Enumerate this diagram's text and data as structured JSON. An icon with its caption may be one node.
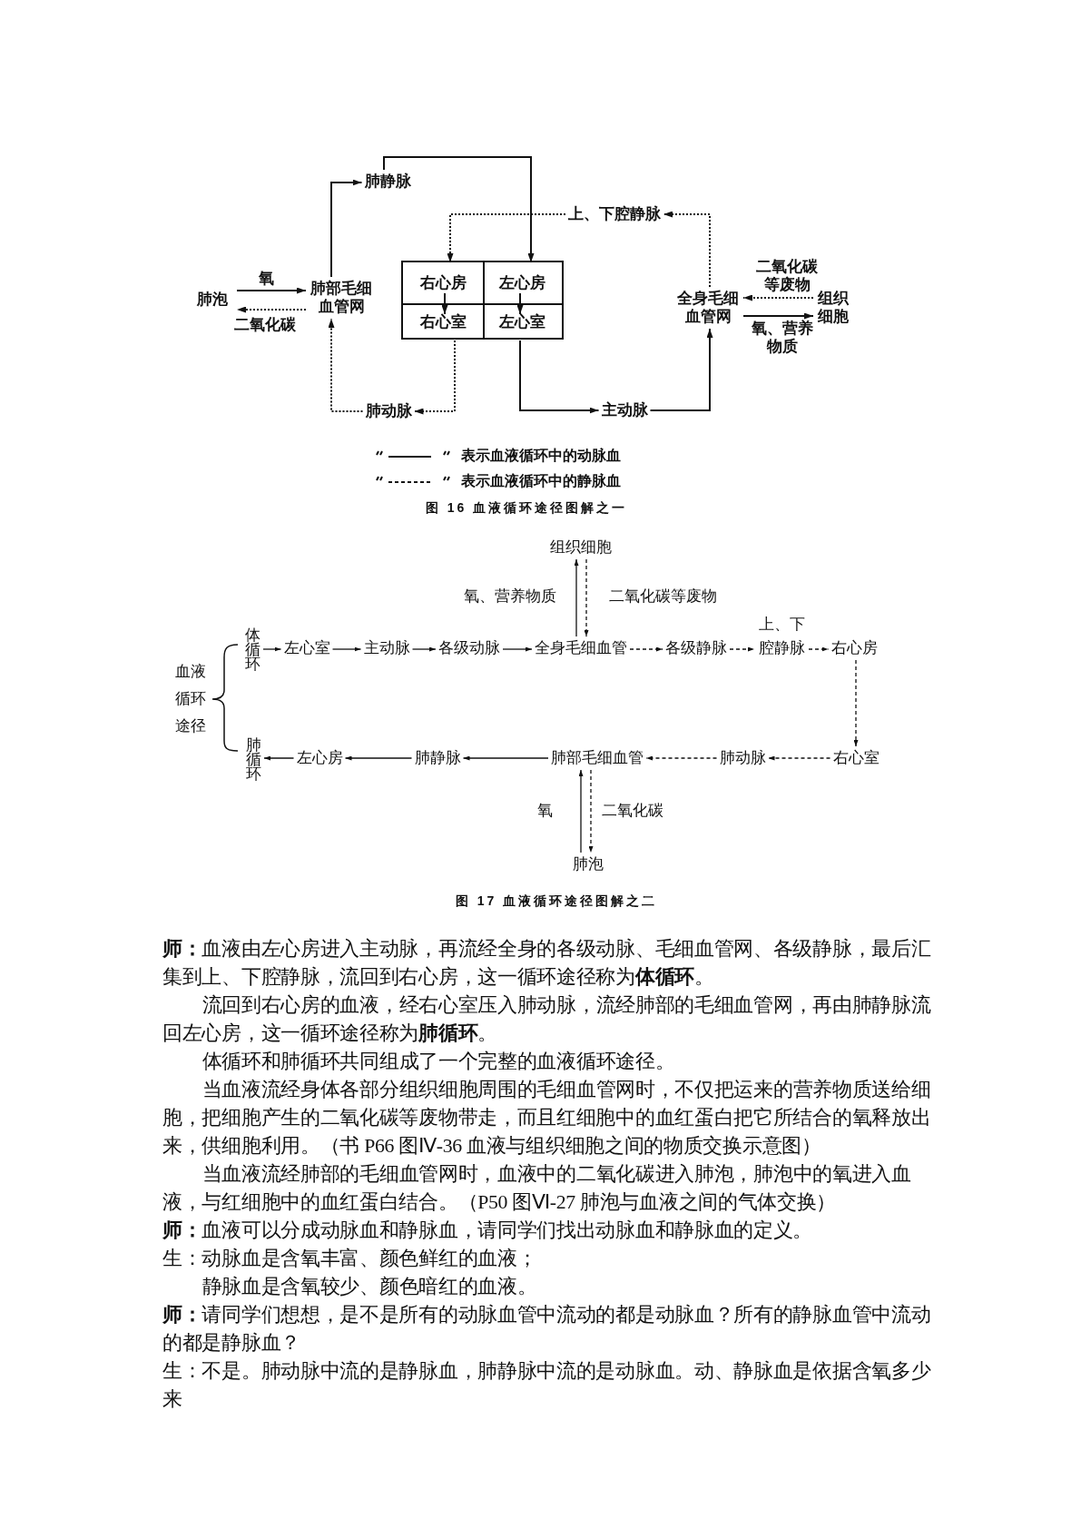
{
  "diagram": {
    "nodes": [
      {
        "text": [
          "肺泡"
        ]
      },
      {
        "text": [
          "肺部毛细血管网"
        ]
      },
      {
        "text": [
          "肺静脉"
        ]
      },
      {
        "text": [],
        "shape": "box"
      },
      {
        "text": [
          "右心房"
        ],
        "in": 3
      },
      {
        "text": [
          "左心房"
        ],
        "in": 3
      },
      {
        "text": [
          "右心室"
        ],
        "in": 3
      },
      {
        "text": [
          "左心室"
        ],
        "in": 3
      },
      {
        "text": [
          "上、下腔静脉"
        ]
      },
      {
        "text": [
          "全身毛细血管网"
        ]
      },
      {
        "text": [
          "组织细胞"
        ]
      },
      {
        "text": [
          "肺动脉"
        ]
      },
      {
        "text": [
          "主动脉"
        ]
      },
      {
        "text": [
          "组织细胞"
        ]
      },
      {
        "text": [
          "体循环"
        ]
      },
      {
        "text": [
          "左心室"
        ]
      },
      {
        "text": [
          "主动脉"
        ]
      },
      {
        "text": [
          "各级动脉"
        ]
      },
      {
        "text": [
          "全身毛细血管"
        ]
      },
      {
        "text": [
          "各级静脉"
        ]
      },
      {
        "text": [
          "上、下腔静脉"
        ]
      },
      {
        "text": [
          "右心房"
        ]
      },
      {
        "text": [
          "右心室"
        ]
      },
      {
        "text": [
          "肺动脉"
        ]
      },
      {
        "text": [
          "肺部毛细血管"
        ]
      },
      {
        "text": [
          "肺静脉"
        ]
      },
      {
        "text": [
          "左心房"
        ]
      },
      {
        "text": [
          "肺循环"
        ]
      },
      {
        "text": [
          "肺泡"
        ]
      }
    ],
    "edges": [
      {
        "from": 0,
        "to": 1,
        "arrow": "to",
        "label": "氧"
      },
      {
        "from": 1,
        "to": 0,
        "arrow": "to",
        "label": "二氧化碳",
        "style": "dashed"
      },
      {
        "from": 1,
        "to": 2,
        "arrow": "to"
      },
      {
        "from": 2,
        "to": 5,
        "arrow": "to"
      },
      {
        "from": 8,
        "to": 4,
        "arrow": "to",
        "style": "dashed"
      },
      {
        "from": 9,
        "to": 8,
        "arrow": "to",
        "style": "dashed"
      },
      {
        "from": 10,
        "to": 9,
        "arrow": "to",
        "label": "二氧化碳等废物",
        "style": "dashed"
      },
      {
        "from": 9,
        "to": 10,
        "arrow": "to",
        "label": "氧、营养物质"
      },
      {
        "from": 4,
        "to": 6,
        "arrow": "to"
      },
      {
        "from": 5,
        "to": 7,
        "arrow": "to"
      },
      {
        "from": 6,
        "to": 11,
        "arrow": "to",
        "style": "dashed"
      },
      {
        "from": 11,
        "to": 1,
        "arrow": "to",
        "style": "dashed"
      },
      {
        "from": 7,
        "to": 12,
        "arrow": "to"
      },
      {
        "from": 12,
        "to": 9,
        "arrow": "to"
      },
      {
        "from": 14,
        "to": 15,
        "arrow": "to"
      },
      {
        "from": 15,
        "to": 16,
        "arrow": "to"
      },
      {
        "from": 16,
        "to": 17,
        "arrow": "to"
      },
      {
        "from": 17,
        "to": 18,
        "arrow": "to"
      },
      {
        "from": 18,
        "to": 13,
        "arrow": "to",
        "label": "氧、营养物质"
      },
      {
        "from": 13,
        "to": 18,
        "arrow": "to",
        "label": "二氧化碳等废物",
        "style": "dashed"
      },
      {
        "from": 18,
        "to": 19,
        "arrow": "to",
        "style": "dashed"
      },
      {
        "from": 19,
        "to": 20,
        "arrow": "to",
        "style": "dashed"
      },
      {
        "from": 20,
        "to": 21,
        "arrow": "to",
        "style": "dashed"
      },
      {
        "from": 21,
        "to": 22,
        "arrow": "to",
        "style": "dashed"
      },
      {
        "from": 22,
        "to": 23,
        "arrow": "to",
        "style": "dashed"
      },
      {
        "from": 23,
        "to": 24,
        "arrow": "to",
        "style": "dashed"
      },
      {
        "from": 24,
        "to": 25,
        "arrow": "to"
      },
      {
        "from": 25,
        "to": 26,
        "arrow": "to"
      },
      {
        "from": 26,
        "to": 27,
        "arrow": "to"
      },
      {
        "from": 28,
        "to": 24,
        "arrow": "to",
        "label": "氧"
      },
      {
        "from": 24,
        "to": 28,
        "arrow": "to",
        "label": "二氧化碳",
        "style": "dashed"
      }
    ],
    "labels": [
      "图 16 血液循环途径图解之一",
      "血液循环途径",
      "图 17 血液循环途径图解之二",
      "**师：**血液由左心房进入主动脉，再流经全身的各级动脉、毛细血管网、各级静脉，最后汇集到上、下腔静脉，流回到右心房，这一循环途径称为**体循环**。",
      "流回到右心房的血液，经右心室压入肺动脉，流经肺部的毛细血管网，再由肺静脉流回左心房，这一循环途径称为**肺循环**。",
      "体循环和肺循环共同组成了一个完整的血液循环途径。",
      "当血液流经身体各部分组织细胞周围的毛细血管网时，不仅把运来的营养物质送给细胞，把细胞产生的二氧化碳等废物带走，而且红细胞中的血红蛋白把它所结合的氧释放出来，供细胞利用。（书 P66 图Ⅳ-36 血液与组织细胞之间的物质交换示意图）",
      "当血液流经肺部的毛细血管网时，血液中的二氧化碳进入肺泡，肺泡中的氧进入血液，与红细胞中的血红蛋白结合。（P50 图Ⅵ-27 肺泡与血液之间的气体交换）",
      "**师：**血液可以分成动脉血和静脉血，请同学们找出动脉血和静脉血的定义。",
      "生：动脉血是含氧丰富、颜色鲜红的血液；",
      "静脉血是含氧较少、颜色暗红的血液。",
      "**师：**请同学们想想，是不是所有的动脉血管中流动的都是动脉血？所有的静脉血管中流动的都是静脉血？",
      "生：不是。肺动脉中流的是静脉血，肺静脉中流的是动脉血。动、静脉血是依据含氧多少来"
    ],
    "legend": [
      {
        "text": "表示血液循环中的动脉血"
      },
      {
        "text": "表示血液循环中的静脉血"
      }
    ]
  }
}
